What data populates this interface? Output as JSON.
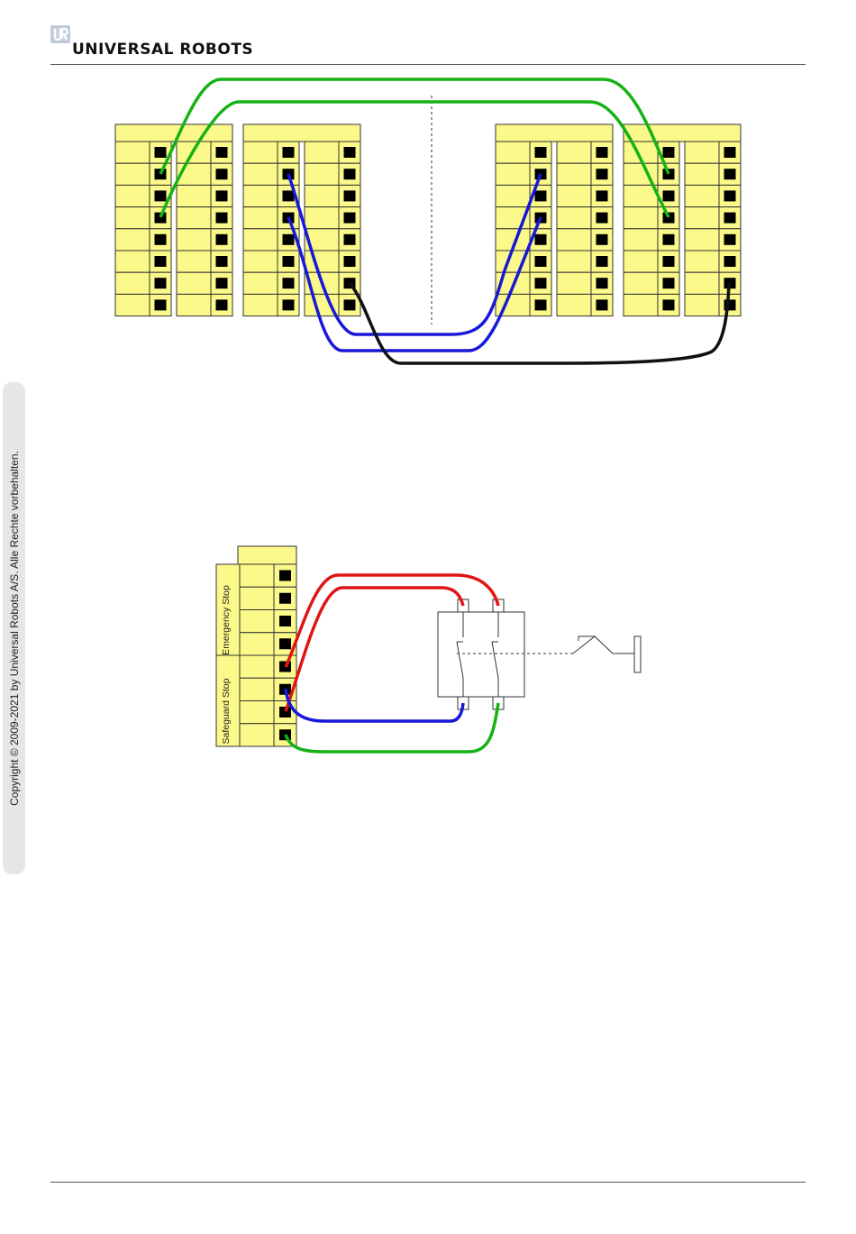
{
  "header": {
    "brand": "UNIVERSAL ROBOTS",
    "logo_icon": "universal-robots-logo-icon"
  },
  "sidebar": {
    "copyright": "Copyright © 2009-2021 by Universal Robots A/S. Alle Rechte vorbehalten."
  },
  "diagram2": {
    "labels": {
      "emergency_stop": "Emergency Stop",
      "safeguard_stop": "Safeguard Stop"
    }
  },
  "colors": {
    "terminal_fill": "#fbf98a",
    "wire_green": "#16b216",
    "wire_blue": "#1818d8",
    "wire_black": "#111111",
    "wire_red": "#e01515",
    "pin": "#000000"
  }
}
